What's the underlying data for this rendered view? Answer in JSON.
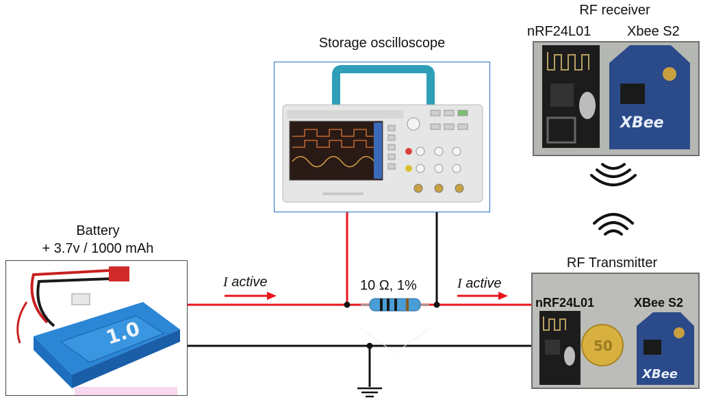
{
  "oscilloscope": {
    "title": "Storage oscilloscope"
  },
  "rf_receiver": {
    "title": "RF receiver",
    "module_a_label": "nRF24L01",
    "module_b_label": "Xbee S2"
  },
  "rf_transmitter": {
    "title": "RF Transmitter",
    "module_a_label": "nRF24L01",
    "module_b_label": "XBee S2"
  },
  "battery": {
    "title": "Battery",
    "spec": "+ 3.7v / 1000 mAh"
  },
  "resistor": {
    "label": "10 Ω, 1%"
  },
  "current": {
    "left_symbol": "I",
    "left_text": "active",
    "right_symbol": "I",
    "right_text": "active"
  },
  "colors": {
    "positive_wire": "#e8141c",
    "negative_wire": "#111111",
    "panel_border": "#1f6fbf",
    "pcb_blue": "#2b4a8a"
  },
  "icons": [
    "wifi-signal-icon",
    "wifi-signal-icon-inverted",
    "ground-symbol-icon"
  ]
}
